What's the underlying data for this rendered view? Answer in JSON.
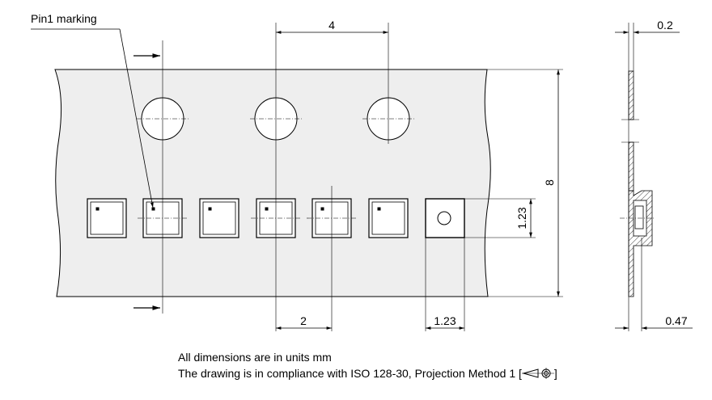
{
  "labels": {
    "pin1_marking": "Pin1 marking",
    "dim_pitch_holes": "4",
    "dim_tape_width": "8",
    "dim_pocket_pitch": "2",
    "dim_pocket_size_h": "1.23",
    "dim_pocket_size_v": "1.23",
    "dim_tape_thickness": "0.2",
    "dim_pocket_depth": "0.47"
  },
  "notes": {
    "line1": "All dimensions are in units mm",
    "line2_prefix": "The drawing is in compliance with ISO 128-30, Projection Method 1 [",
    "line2_suffix": "]"
  },
  "colors": {
    "tape_fill": "#eeeeee",
    "line": "#000000"
  }
}
